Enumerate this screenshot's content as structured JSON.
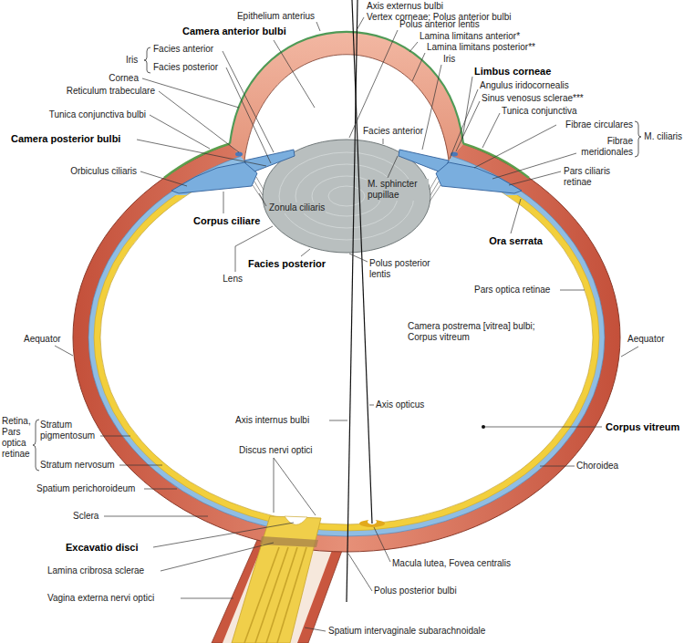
{
  "diagram": {
    "labels": [
      "Axis externus bulbi",
      "Vertex corneae; Polus anterior bulbi",
      "Epithelium anterius",
      "Camera anterior bulbi",
      "Polus anterior lentis",
      "Lamina limitans anterior*",
      "Lamina limitans posterior**",
      "Iris",
      "Facies anterior",
      "Facies posterior",
      "Iris",
      "Limbus corneae",
      "Cornea",
      "Angulus iridocornealis",
      "Reticulum trabeculare",
      "Sinus venosus sclerae***",
      "Tunica conjunctiva bulbi",
      "Tunica conjunctiva",
      "Fibrae circulares",
      "M. ciliaris",
      "Fibrae meridionales",
      "Camera posterior bulbi",
      "Pars ciliaris retinae",
      "Orbiculus ciliaris",
      "Zonula ciliaris",
      "Facies anterior",
      "M. sphincter pupillae",
      "Corpus ciliare",
      "Polus posterior lentis",
      "Ora serrata",
      "Facies posterior",
      "Lens",
      "Pars optica retinae",
      "Camera postrema [vitrea] bulbi; Corpus vitreum",
      "Aequator",
      "Aequator",
      "Axis opticus",
      "Corpus vitreum",
      "Axis internus bulbi",
      "Retina, Pars optica retinae",
      "Stratum pigmentosum",
      "Stratum nervosum",
      "Discus nervi optici",
      "Choroidea",
      "Spatium perichoroideum",
      "Sclera",
      "Excavatio disci",
      "Lamina cribrosa sclerae",
      "Macula lutea, Fovea centralis",
      "Polus posterior bulbi",
      "Vagina externa nervi optici",
      "Spatium intervaginale subarachnoidale"
    ]
  }
}
